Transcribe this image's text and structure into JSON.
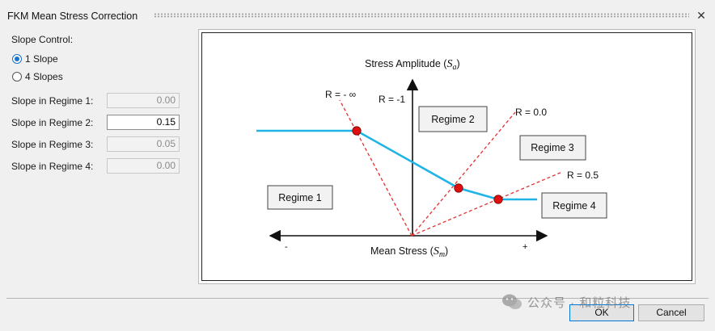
{
  "window": {
    "title": "FKM Mean Stress Correction",
    "close_glyph": "✕"
  },
  "slope_control": {
    "label": "Slope Control:",
    "options": [
      {
        "label": "1 Slope",
        "selected": true
      },
      {
        "label": "4 Slopes",
        "selected": false
      }
    ]
  },
  "slopes": [
    {
      "label": "Slope in Regime 1:",
      "value": "0.00",
      "enabled": false
    },
    {
      "label": "Slope in Regime 2:",
      "value": "0.15",
      "enabled": true
    },
    {
      "label": "Slope in Regime 3:",
      "value": "0.05",
      "enabled": false
    },
    {
      "label": "Slope in Regime 4:",
      "value": "0.00",
      "enabled": false
    }
  ],
  "figure": {
    "y_axis_label": "Stress Amplitude (",
    "y_axis_symbol": "S",
    "y_axis_sub": "a",
    "x_axis_label": "Mean Stress (",
    "x_axis_symbol": "S",
    "x_axis_sub": "m",
    "closing_paren": ")",
    "minus_sign": "-",
    "plus_sign": "+",
    "r_lines": [
      "R = - ∞",
      "R = -1",
      "R = 0.0",
      "R = 0.5"
    ],
    "regimes": [
      "Regime 1",
      "Regime 2",
      "Regime 3",
      "Regime 4"
    ],
    "colors": {
      "curve": "#1fb4e6",
      "r_lines": "#e53030",
      "points": "#e01010",
      "axes": "#111111"
    }
  },
  "buttons": {
    "ok": "OK",
    "cancel": "Cancel"
  },
  "watermark": "公众号 · 和粒科技"
}
